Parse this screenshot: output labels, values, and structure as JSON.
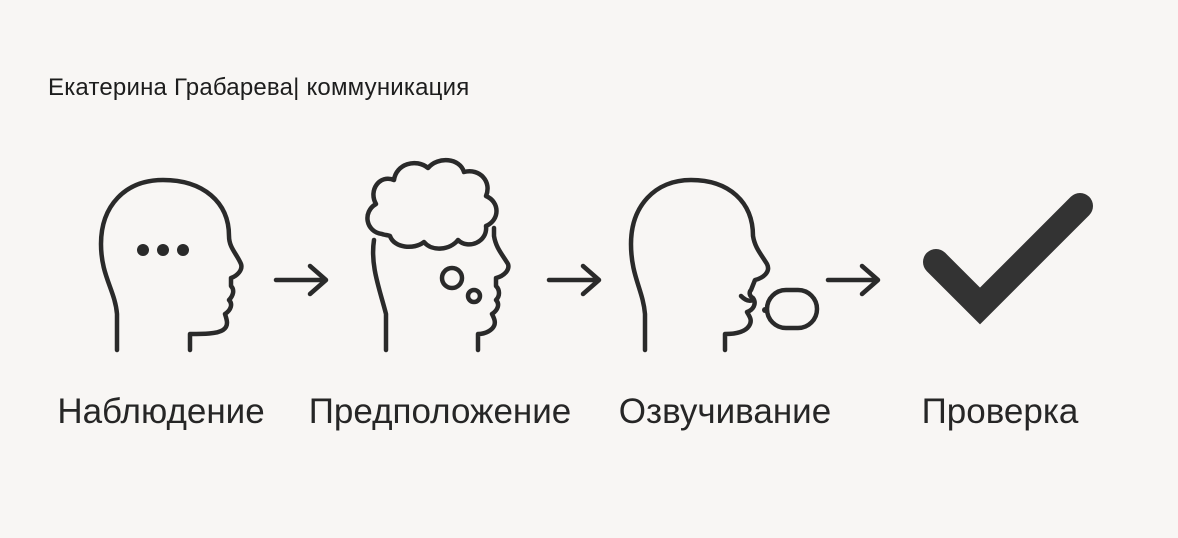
{
  "header": {
    "text": "Екатерина Грабарева| коммуникация"
  },
  "steps": [
    {
      "label": "Наблюдение",
      "icon": "head-with-dots-icon"
    },
    {
      "label": "Предположение",
      "icon": "head-with-thought-cloud-icon"
    },
    {
      "label": "Озвучивание",
      "icon": "head-speaking-icon"
    },
    {
      "label": "Проверка",
      "icon": "checkmark-icon"
    }
  ],
  "arrow_icon": "right-arrow-icon",
  "colors": {
    "background": "#f8f6f4",
    "ink": "#2a2a2a",
    "check": "#333333"
  }
}
